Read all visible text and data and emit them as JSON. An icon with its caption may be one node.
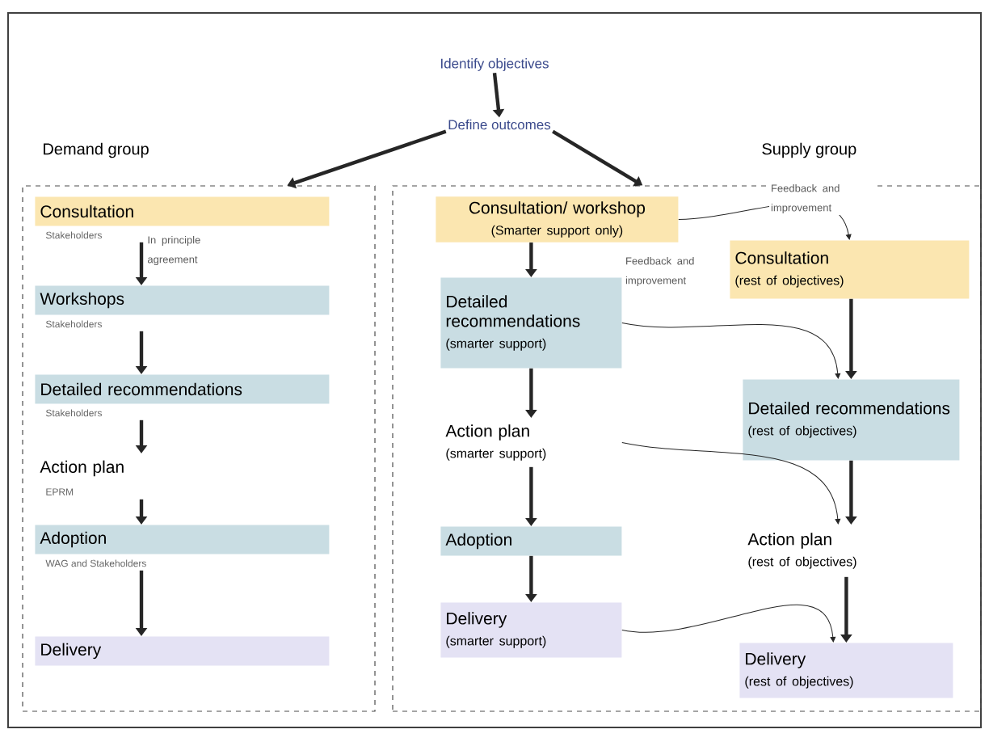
{
  "diagram": {
    "nodes": [
      {
        "text": [
          "Identify objectives"
        ]
      },
      {
        "text": [
          "Define outcomes"
        ]
      },
      {
        "text": [
          "Demand group"
        ]
      },
      {
        "text": [
          "Supply group"
        ]
      },
      {
        "text": [
          "Consultation"
        ],
        "in": 2,
        "beside": [
          "Stakeholders"
        ]
      },
      {
        "text": [
          "Workshops"
        ],
        "in": 2,
        "beside": [
          "Stakeholders"
        ]
      },
      {
        "text": [
          "Detailed recommendations"
        ],
        "in": 2,
        "beside": [
          "Stakeholders"
        ]
      },
      {
        "text": [
          "Action plan"
        ],
        "in": 2,
        "beside": [
          "EPRM"
        ]
      },
      {
        "text": [
          "Adoption"
        ],
        "in": 2,
        "beside": [
          "WAG and Stakeholders"
        ]
      },
      {
        "text": [
          "Delivery"
        ],
        "in": 2
      },
      {
        "text": [
          "Consultation/ workshop",
          "(Smarter support only)"
        ],
        "in": 3
      },
      {
        "text": [
          "Detailed recommendations",
          "(smarter support)"
        ],
        "in": 3
      },
      {
        "text": [
          "Action plan",
          "(smarter support)"
        ],
        "in": 3
      },
      {
        "text": [
          "Adoption"
        ],
        "in": 3
      },
      {
        "text": [
          "Delivery",
          "(smarter support)"
        ],
        "in": 3
      },
      {
        "text": [
          "Consultation",
          "(rest of objectives)"
        ],
        "in": 3
      },
      {
        "text": [
          "Detailed recommendations",
          "(rest of objectives)"
        ],
        "in": 3
      },
      {
        "text": [
          "Action plan",
          "(rest of objectives)"
        ],
        "in": 3
      },
      {
        "text": [
          "Delivery",
          "(rest of objectives)"
        ],
        "in": 3
      }
    ],
    "edges": [
      {
        "from": 0,
        "to": 1,
        "arrow": "to"
      },
      {
        "from": 1,
        "to": 2,
        "arrow": "to"
      },
      {
        "from": 1,
        "to": 3,
        "arrow": "to"
      },
      {
        "from": 4,
        "to": 5,
        "arrow": "to",
        "label": "In principle agreement"
      },
      {
        "from": 5,
        "to": 6,
        "arrow": "to"
      },
      {
        "from": 6,
        "to": 7,
        "arrow": "to"
      },
      {
        "from": 7,
        "to": 8,
        "arrow": "to"
      },
      {
        "from": 8,
        "to": 9,
        "arrow": "to"
      },
      {
        "from": 10,
        "to": 11,
        "arrow": "to"
      },
      {
        "from": 11,
        "to": 12,
        "arrow": "to"
      },
      {
        "from": 12,
        "to": 13,
        "arrow": "to"
      },
      {
        "from": 13,
        "to": 14,
        "arrow": "to"
      },
      {
        "from": 15,
        "to": 16,
        "arrow": "to"
      },
      {
        "from": 16,
        "to": 17,
        "arrow": "to"
      },
      {
        "from": 17,
        "to": 18,
        "arrow": "to"
      },
      {
        "from": 10,
        "to": 15,
        "arrow": "to",
        "label": "Feedback and improvement"
      },
      {
        "from": 11,
        "to": 16,
        "arrow": "to",
        "label": "Feedback and improvement"
      },
      {
        "from": 12,
        "to": 17,
        "arrow": "to"
      },
      {
        "from": 14,
        "to": 18,
        "arrow": "to"
      }
    ]
  }
}
